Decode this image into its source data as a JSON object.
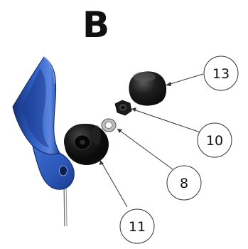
{
  "diagram": {
    "title": "B",
    "callouts": {
      "c13": "13",
      "c10": "10",
      "c8": "8",
      "c11": "11"
    },
    "parts": {
      "bracket": "bracket",
      "cap": "cap",
      "nut": "nut",
      "washer": "washer",
      "bumper": "bumper",
      "wire": "wire"
    },
    "colors": {
      "bracket_blue": "#2f5fc4",
      "bracket_dark": "#16327a",
      "rubber_black": "#151515",
      "line": "#333333"
    }
  }
}
